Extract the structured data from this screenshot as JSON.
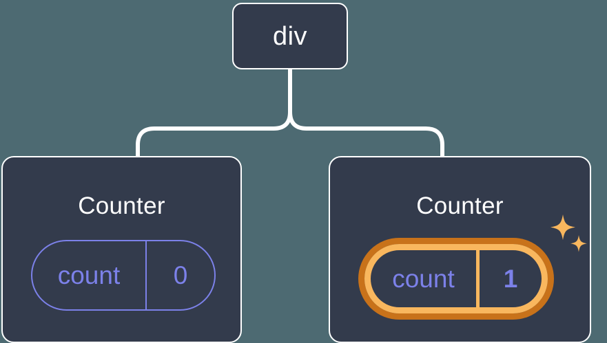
{
  "diagram": {
    "title": "React component tree with highlighted state update",
    "type": "component-tree",
    "background_color": "#4d6a72",
    "node_fill_color": "#333b4c",
    "node_border_color": "#ffffff",
    "connector_color": "#ffffff",
    "accent_state_color": "#7c81e9",
    "highlight_outer_color": "#c8721a",
    "highlight_inner_color": "#f9b75e",
    "sparkle_color": "#f9b75e"
  },
  "nodes": {
    "root": {
      "label": "div",
      "name": "div"
    },
    "children": [
      {
        "name": "counter-left",
        "label": "Counter",
        "state": {
          "key": "count",
          "value": "0"
        },
        "highlighted": false
      },
      {
        "name": "counter-right",
        "label": "Counter",
        "state": {
          "key": "count",
          "value": "1"
        },
        "highlighted": true,
        "sparkle_icons": [
          "sparkle-large",
          "sparkle-small"
        ]
      }
    ]
  },
  "edges": [
    {
      "from": "div",
      "to": "Counter (left)"
    },
    {
      "from": "div",
      "to": "Counter (right)"
    }
  ]
}
